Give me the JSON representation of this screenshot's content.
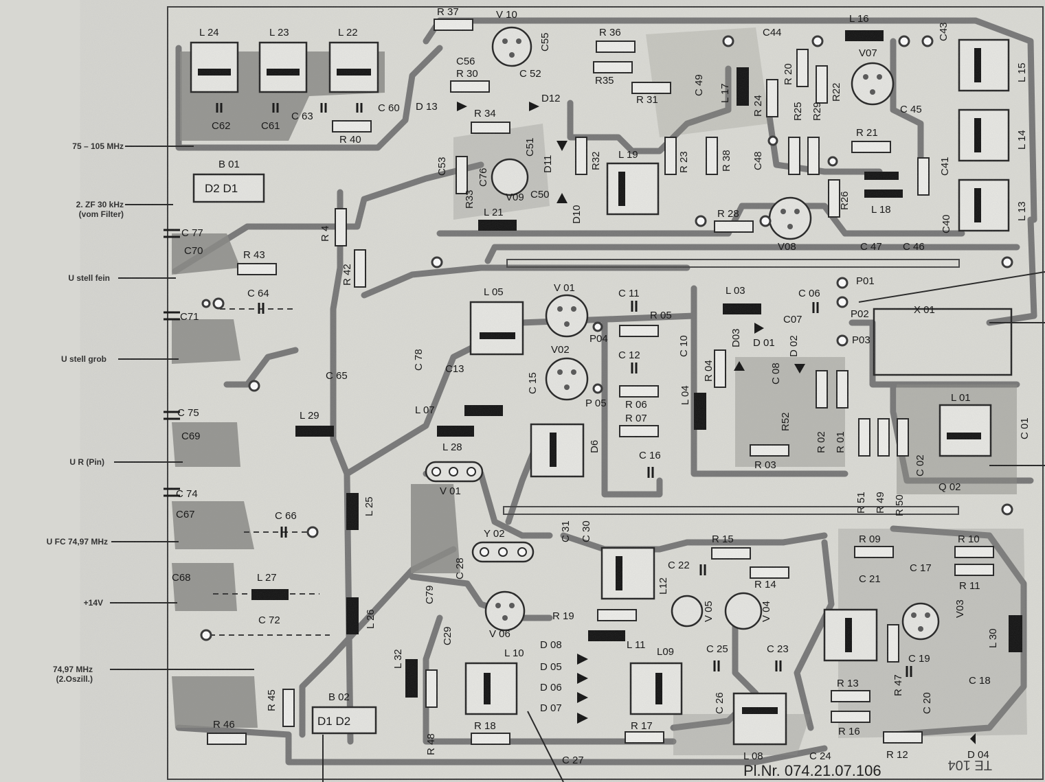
{
  "side_labels": {
    "mhz_75_105": "75 – 105 MHz",
    "zf_30khz_line1": "2. ZF  30 kHz",
    "zf_30khz_line2": "(vom Filter)",
    "u_stell_fein": "U stell fein",
    "u_stell_grob": "U stell grob",
    "u_r_pin": "U R  (Pin)",
    "u_fc_7497": "U FC  74,97 MHz",
    "plus_14v": "+14V",
    "mhz_7497_line1": "74,97 MHz",
    "mhz_7497_line2": "(2.Oszill.)"
  },
  "board_number": "Pl.Nr. 074.21.07.106",
  "corner_code": "TE 104",
  "components": {
    "L24": "L 24",
    "L23": "L 23",
    "L22": "L 22",
    "R37": "R 37",
    "V10": "V 10",
    "C56": "C56",
    "R36": "R 36",
    "C55": "C55",
    "C44": "C44",
    "L16": "L 16",
    "C43": "C43",
    "R30": "R 30",
    "C52": "C 52",
    "R35": "R35",
    "C49": "C 49",
    "R20": "R 20",
    "V07": "V07",
    "L15": "L 15",
    "D13": "D 13",
    "D12": "D12",
    "R31": "R 31",
    "L17": "L 17",
    "R24": "R 24",
    "R25": "R25",
    "R29": "R29",
    "R22": "R22",
    "C45": "C 45",
    "C62": "C62",
    "C61": "C61",
    "C63": "C 63",
    "C60": "C 60",
    "R34": "R 34",
    "C51": "C51",
    "C53": "C53",
    "R40": "R 40",
    "L14": "L 14",
    "R21": "R 21",
    "D11": "D11",
    "R32": "R32",
    "L19": "L 19",
    "R23": "R 23",
    "R38": "R 38",
    "C48": "C48",
    "C41": "C41",
    "R26": "R26",
    "B01": "B 01",
    "B01_pins": "D2   D1",
    "C76": "C76",
    "R33": "R33",
    "V09": "V09",
    "C50": "C50",
    "L18": "L 18",
    "L13": "L 13",
    "R4": "R 4",
    "L21": "L 21",
    "D10": "D10",
    "R28": "R 28",
    "V08": "V08",
    "C47": "C 47",
    "C46": "C 46",
    "C40": "C40",
    "C77": "C 77",
    "C70": "C70",
    "R43": "R 43",
    "R42": "R 42",
    "C64": "C 64",
    "C71": "C71",
    "L05": "L 05",
    "V01": "V 01",
    "C11": "C 11",
    "L03": "L 03",
    "C06": "C 06",
    "P01": "P01",
    "P02": "P02",
    "X01": "X 01",
    "R05": "R 05",
    "P04": "P04",
    "D01": "D 01",
    "C07": "C07",
    "C78": "C 78",
    "V02": "V02",
    "C10": "C 10",
    "C12": "C 12",
    "D03": "D03",
    "D02": "D 02",
    "P03": "P03",
    "C13": "C13",
    "C15": "C 15",
    "C08": "C 08",
    "C65": "C 65",
    "R04": "R 04",
    "P05": "P 05",
    "R06": "R 06",
    "L04": "L 04",
    "C75": "C 75",
    "L29": "L 29",
    "L01": "L 01",
    "C69": "C69",
    "L07": "L 07",
    "R07": "R 07",
    "R52": "R52",
    "R02": "R 02",
    "R01": "R 01",
    "C01": "C 01",
    "L28": "L 28",
    "D06": "D6",
    "C16": "C 16",
    "R03": "R 03",
    "C02": "C 02",
    "Q02": "Q 02",
    "V01b": "V 01",
    "R51": "R 51",
    "R49": "R 49",
    "R50": "R 50",
    "C74": "C 74",
    "L25": "L 25",
    "C67": "C67",
    "C66": "C 66",
    "Y02": "Y 02",
    "C31": "C 31",
    "C30": "C 30",
    "R15": "R 15",
    "R09": "R 09",
    "R10": "R 10",
    "C28": "C 28",
    "C22": "C 22",
    "R14": "R 14",
    "C21": "C 21",
    "C17": "C 17",
    "R11": "R 11",
    "C68": "C68",
    "L27": "L 27",
    "C79": "C79",
    "V06": "V 06",
    "R19": "R 19",
    "L12": "L12",
    "V05": "V 05",
    "V04": "V 04",
    "V03": "V03",
    "C72": "C 72",
    "L26": "L 26",
    "L11": "L 11",
    "C29": "C29",
    "D08": "D 08",
    "L09": "L09",
    "C25": "C 25",
    "C23": "C 23",
    "L30": "L 30",
    "L10": "L 10",
    "C19": "C 19",
    "C18": "C 18",
    "D05": "D 05",
    "D06b": "D 06",
    "D07": "D 07",
    "L32": "L 32",
    "R45": "R 45",
    "B02": "B 02",
    "B02_pins": "D1   D2",
    "R13": "R 13",
    "R47": "R 47",
    "C20": "C 20",
    "C26": "C 26",
    "R46": "R 46",
    "R48": "R 48",
    "R18": "R 18",
    "R17": "R 17",
    "R16": "R 16",
    "L08": "L 08",
    "C24": "C 24",
    "R12": "R 12",
    "D04": "D 04",
    "C27": "C 27"
  }
}
